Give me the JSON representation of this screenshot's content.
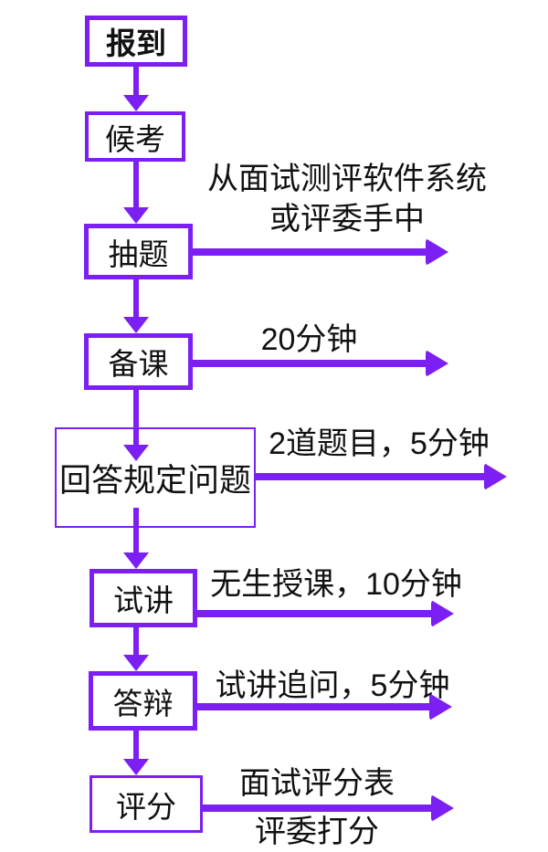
{
  "colors": {
    "accent": "#7b1ff2",
    "text": "#111111",
    "background": "#ffffff"
  },
  "flowchart": {
    "boxes": [
      {
        "label": "报到"
      },
      {
        "label": "候考"
      },
      {
        "label": "抽题"
      },
      {
        "label": "备课"
      },
      {
        "label": "回答规定问题"
      },
      {
        "label": "试讲"
      },
      {
        "label": "答辩"
      },
      {
        "label": "评分"
      }
    ],
    "annotations": {
      "draw_source_line1": "从面试测评软件系统",
      "draw_source_line2": "或评委手中",
      "prep_time": "20分钟",
      "set_questions": "2道题目，5分钟",
      "trial_lecture": "无生授课，10分钟",
      "defense": "试讲追问，5分钟",
      "scoring_above": "面试评分表",
      "scoring_below": "评委打分"
    }
  }
}
